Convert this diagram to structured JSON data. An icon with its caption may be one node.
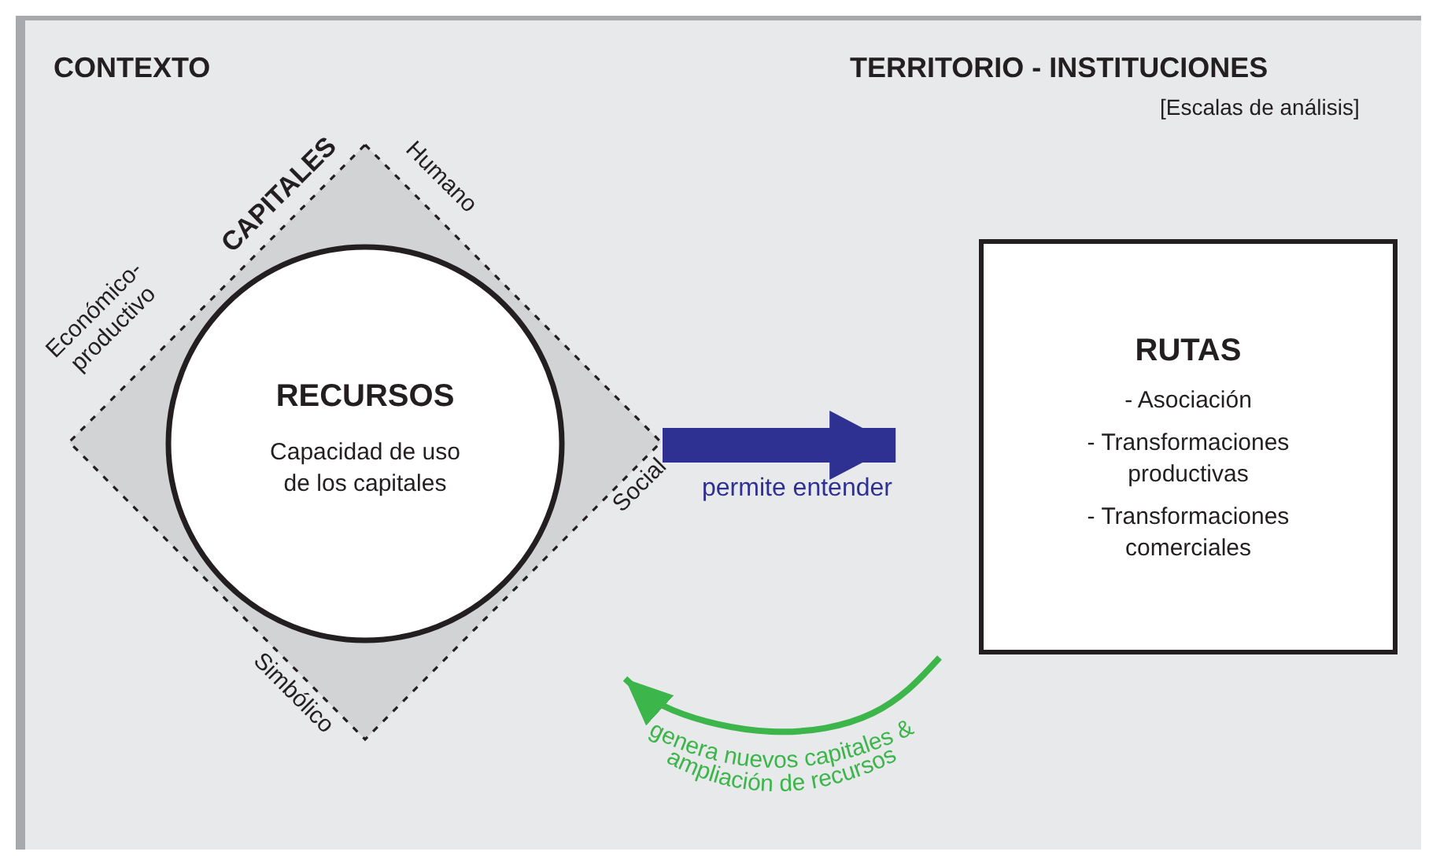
{
  "diagram": {
    "nodes": [
      {
        "text": [
          "CAPITALES"
        ],
        "beside": [
          "Humano",
          "Económico-productivo",
          "Social",
          "Simbólico"
        ]
      },
      {
        "text": [
          "RECURSOS",
          "Capacidad de uso de los capitales"
        ],
        "in": 0
      },
      {
        "text": [
          "RUTAS",
          "- Asociación",
          "- Transformaciones productivas",
          "- Transformaciones comerciales"
        ]
      }
    ],
    "edges": [
      {
        "from": 0,
        "to": 2,
        "arrow": "to",
        "label": "permite entender",
        "style": "thick",
        "color": "#2e3192"
      },
      {
        "from": 2,
        "to": 0,
        "arrow": "to",
        "label": "genera nuevos capitales & ampliación de recursos",
        "color": "#3cb54a"
      }
    ],
    "labels": [
      "CONTEXTO",
      "TERRITORIO - INSTITUCIONES",
      "[Escalas de análisis]"
    ]
  }
}
